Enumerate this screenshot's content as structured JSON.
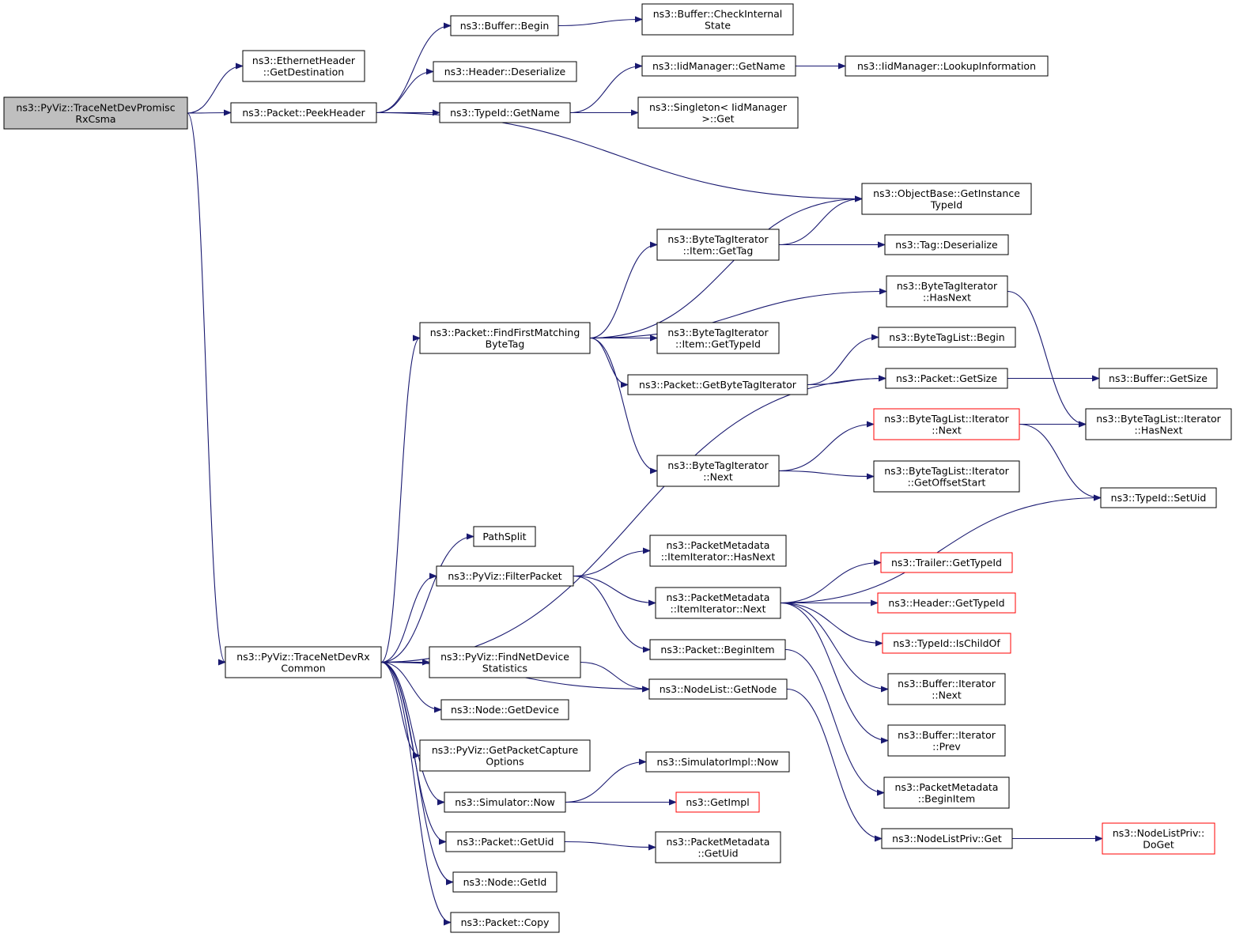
{
  "graph": {
    "nodes": [
      {
        "id": "root",
        "lines": [
          "ns3::PyViz::TraceNetDevPromisc",
          "RxCsma"
        ],
        "style": "root"
      },
      {
        "id": "eth_getdest",
        "lines": [
          "ns3::EthernetHeader",
          "::GetDestination"
        ],
        "style": "normal"
      },
      {
        "id": "peekheader",
        "lines": [
          "ns3::Packet::PeekHeader"
        ],
        "style": "normal"
      },
      {
        "id": "buffer_begin",
        "lines": [
          "ns3::Buffer::Begin"
        ],
        "style": "normal"
      },
      {
        "id": "buffer_checkinternal",
        "lines": [
          "ns3::Buffer::CheckInternal",
          "State"
        ],
        "style": "normal"
      },
      {
        "id": "header_deserialize",
        "lines": [
          "ns3::Header::Deserialize"
        ],
        "style": "normal"
      },
      {
        "id": "iid_getname",
        "lines": [
          "ns3::IidManager::GetName"
        ],
        "style": "normal"
      },
      {
        "id": "iid_lookup",
        "lines": [
          "ns3::IidManager::LookupInformation"
        ],
        "style": "normal"
      },
      {
        "id": "typeid_getname",
        "lines": [
          "ns3::TypeId::GetName"
        ],
        "style": "normal"
      },
      {
        "id": "singleton_get",
        "lines": [
          "ns3::Singleton< IidManager",
          " >::Get"
        ],
        "style": "normal"
      },
      {
        "id": "objectbase_getinst",
        "lines": [
          "ns3::ObjectBase::GetInstance",
          "TypeId"
        ],
        "style": "normal"
      },
      {
        "id": "bti_item_gettag",
        "lines": [
          "ns3::ByteTagIterator",
          "::Item::GetTag"
        ],
        "style": "normal"
      },
      {
        "id": "tag_deserialize",
        "lines": [
          "ns3::Tag::Deserialize"
        ],
        "style": "normal"
      },
      {
        "id": "bti_hasnext",
        "lines": [
          "ns3::ByteTagIterator",
          "::HasNext"
        ],
        "style": "normal"
      },
      {
        "id": "findfirstmatching",
        "lines": [
          "ns3::Packet::FindFirstMatching",
          "ByteTag"
        ],
        "style": "normal"
      },
      {
        "id": "bti_item_gettypeid",
        "lines": [
          "ns3::ByteTagIterator",
          "::Item::GetTypeId"
        ],
        "style": "normal"
      },
      {
        "id": "btl_begin",
        "lines": [
          "ns3::ByteTagList::Begin"
        ],
        "style": "normal"
      },
      {
        "id": "getbytetagiter",
        "lines": [
          "ns3::Packet::GetByteTagIterator"
        ],
        "style": "normal"
      },
      {
        "id": "packet_getsize",
        "lines": [
          "ns3::Packet::GetSize"
        ],
        "style": "normal"
      },
      {
        "id": "buffer_getsize",
        "lines": [
          "ns3::Buffer::GetSize"
        ],
        "style": "normal"
      },
      {
        "id": "btl_iter_next",
        "lines": [
          "ns3::ByteTagList::Iterator",
          "::Next"
        ],
        "style": "red"
      },
      {
        "id": "btl_iter_hasnext",
        "lines": [
          "ns3::ByteTagList::Iterator",
          "::HasNext"
        ],
        "style": "normal"
      },
      {
        "id": "bti_next",
        "lines": [
          "ns3::ByteTagIterator",
          "::Next"
        ],
        "style": "normal"
      },
      {
        "id": "btl_iter_getoffset",
        "lines": [
          "ns3::ByteTagList::Iterator",
          "::GetOffsetStart"
        ],
        "style": "normal"
      },
      {
        "id": "typeid_setuid",
        "lines": [
          "ns3::TypeId::SetUid"
        ],
        "style": "normal"
      },
      {
        "id": "pathsplit",
        "lines": [
          "PathSplit"
        ],
        "style": "normal"
      },
      {
        "id": "pm_ii_hasnext",
        "lines": [
          "ns3::PacketMetadata",
          "::ItemIterator::HasNext"
        ],
        "style": "normal"
      },
      {
        "id": "filterpacket",
        "lines": [
          "ns3::PyViz::FilterPacket"
        ],
        "style": "normal"
      },
      {
        "id": "trailer_gettypeid",
        "lines": [
          "ns3::Trailer::GetTypeId"
        ],
        "style": "red"
      },
      {
        "id": "pm_ii_next",
        "lines": [
          "ns3::PacketMetadata",
          "::ItemIterator::Next"
        ],
        "style": "normal"
      },
      {
        "id": "header_gettypeid",
        "lines": [
          "ns3::Header::GetTypeId"
        ],
        "style": "red"
      },
      {
        "id": "typeid_ischildof",
        "lines": [
          "ns3::TypeId::IsChildOf"
        ],
        "style": "red"
      },
      {
        "id": "packet_beginitem",
        "lines": [
          "ns3::Packet::BeginItem"
        ],
        "style": "normal"
      },
      {
        "id": "tracenetdevrx",
        "lines": [
          "ns3::PyViz::TraceNetDevRx",
          "Common"
        ],
        "style": "normal"
      },
      {
        "id": "findnetdevstats",
        "lines": [
          "ns3::PyViz::FindNetDevice",
          "Statistics"
        ],
        "style": "normal"
      },
      {
        "id": "nodelist_getnode",
        "lines": [
          "ns3::NodeList::GetNode"
        ],
        "style": "normal"
      },
      {
        "id": "buffer_iter_next",
        "lines": [
          "ns3::Buffer::Iterator",
          "::Next"
        ],
        "style": "normal"
      },
      {
        "id": "node_getdevice",
        "lines": [
          "ns3::Node::GetDevice"
        ],
        "style": "normal"
      },
      {
        "id": "buffer_iter_prev",
        "lines": [
          "ns3::Buffer::Iterator",
          "::Prev"
        ],
        "style": "normal"
      },
      {
        "id": "getpacketcapture",
        "lines": [
          "ns3::PyViz::GetPacketCapture",
          "Options"
        ],
        "style": "normal"
      },
      {
        "id": "simimpl_now",
        "lines": [
          "ns3::SimulatorImpl::Now"
        ],
        "style": "normal"
      },
      {
        "id": "pm_beginitem",
        "lines": [
          "ns3::PacketMetadata",
          "::BeginItem"
        ],
        "style": "normal"
      },
      {
        "id": "simulator_now",
        "lines": [
          "ns3::Simulator::Now"
        ],
        "style": "normal"
      },
      {
        "id": "getimpl",
        "lines": [
          "ns3::GetImpl"
        ],
        "style": "red"
      },
      {
        "id": "nodelistpriv_get",
        "lines": [
          "ns3::NodeListPriv::Get"
        ],
        "style": "normal"
      },
      {
        "id": "nodelistpriv_doget",
        "lines": [
          "ns3::NodeListPriv::",
          "DoGet"
        ],
        "style": "red"
      },
      {
        "id": "packet_getuid",
        "lines": [
          "ns3::Packet::GetUid"
        ],
        "style": "normal"
      },
      {
        "id": "pm_getuid",
        "lines": [
          "ns3::PacketMetadata",
          "::GetUid"
        ],
        "style": "normal"
      },
      {
        "id": "node_getid",
        "lines": [
          "ns3::Node::GetId"
        ],
        "style": "normal"
      },
      {
        "id": "packet_copy",
        "lines": [
          "ns3::Packet::Copy"
        ],
        "style": "normal"
      }
    ],
    "edges": [
      [
        "root",
        "eth_getdest"
      ],
      [
        "root",
        "peekheader"
      ],
      [
        "root",
        "tracenetdevrx"
      ],
      [
        "peekheader",
        "buffer_begin"
      ],
      [
        "peekheader",
        "header_deserialize"
      ],
      [
        "peekheader",
        "typeid_getname"
      ],
      [
        "peekheader",
        "objectbase_getinst"
      ],
      [
        "buffer_begin",
        "buffer_checkinternal"
      ],
      [
        "typeid_getname",
        "iid_getname"
      ],
      [
        "typeid_getname",
        "singleton_get"
      ],
      [
        "iid_getname",
        "iid_lookup"
      ],
      [
        "findfirstmatching",
        "objectbase_getinst"
      ],
      [
        "findfirstmatching",
        "bti_item_gettag"
      ],
      [
        "findfirstmatching",
        "bti_hasnext"
      ],
      [
        "findfirstmatching",
        "bti_item_gettypeid"
      ],
      [
        "findfirstmatching",
        "getbytetagiter"
      ],
      [
        "findfirstmatching",
        "bti_next"
      ],
      [
        "bti_item_gettag",
        "objectbase_getinst"
      ],
      [
        "bti_item_gettag",
        "tag_deserialize"
      ],
      [
        "bti_hasnext",
        "btl_iter_hasnext"
      ],
      [
        "getbytetagiter",
        "btl_begin"
      ],
      [
        "getbytetagiter",
        "packet_getsize"
      ],
      [
        "packet_getsize",
        "buffer_getsize"
      ],
      [
        "bti_next",
        "btl_iter_next"
      ],
      [
        "bti_next",
        "btl_iter_getoffset"
      ],
      [
        "btl_iter_next",
        "btl_iter_hasnext"
      ],
      [
        "btl_iter_next",
        "typeid_setuid"
      ],
      [
        "tracenetdevrx",
        "findfirstmatching"
      ],
      [
        "tracenetdevrx",
        "packet_getsize"
      ],
      [
        "tracenetdevrx",
        "pathsplit"
      ],
      [
        "tracenetdevrx",
        "filterpacket"
      ],
      [
        "tracenetdevrx",
        "nodelist_getnode"
      ],
      [
        "tracenetdevrx",
        "findnetdevstats"
      ],
      [
        "tracenetdevrx",
        "node_getdevice"
      ],
      [
        "tracenetdevrx",
        "getpacketcapture"
      ],
      [
        "tracenetdevrx",
        "simulator_now"
      ],
      [
        "tracenetdevrx",
        "packet_getuid"
      ],
      [
        "tracenetdevrx",
        "node_getid"
      ],
      [
        "tracenetdevrx",
        "packet_copy"
      ],
      [
        "filterpacket",
        "pm_ii_hasnext"
      ],
      [
        "filterpacket",
        "pm_ii_next"
      ],
      [
        "filterpacket",
        "packet_beginitem"
      ],
      [
        "pm_ii_next",
        "typeid_setuid"
      ],
      [
        "pm_ii_next",
        "trailer_gettypeid"
      ],
      [
        "pm_ii_next",
        "header_gettypeid"
      ],
      [
        "pm_ii_next",
        "typeid_ischildof"
      ],
      [
        "pm_ii_next",
        "buffer_iter_next"
      ],
      [
        "pm_ii_next",
        "buffer_iter_prev"
      ],
      [
        "packet_beginitem",
        "pm_beginitem"
      ],
      [
        "findnetdevstats",
        "nodelist_getnode"
      ],
      [
        "nodelist_getnode",
        "nodelistpriv_get"
      ],
      [
        "nodelistpriv_get",
        "nodelistpriv_doget"
      ],
      [
        "simulator_now",
        "simimpl_now"
      ],
      [
        "simulator_now",
        "getimpl"
      ],
      [
        "packet_getuid",
        "pm_getuid"
      ]
    ]
  }
}
